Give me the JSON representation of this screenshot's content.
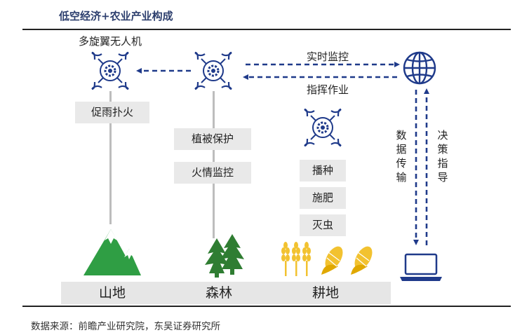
{
  "title": "低空经济+农业产业构成",
  "drone_type_label": "多旋翼无人机",
  "realtime_label": "实时监控",
  "command_label": "指挥作业",
  "mountain_task": "促雨扑火",
  "forest_tasks": [
    "植被保护",
    "火情监控"
  ],
  "farm_tasks": [
    "播种",
    "施肥",
    "灭虫"
  ],
  "data_transfer_label": [
    "数",
    "据",
    "传",
    "输"
  ],
  "decision_label": [
    "决",
    "策",
    "指",
    "导"
  ],
  "ground_labels": [
    "山地",
    "森林",
    "耕地"
  ],
  "source": "数据来源：前瞻产业研究院，东吴证券研究所",
  "colors": {
    "navy": "#1f3a8a",
    "green": "#2f9e44",
    "yellow": "#f2c230",
    "gray_line": "#bdbdbd"
  }
}
